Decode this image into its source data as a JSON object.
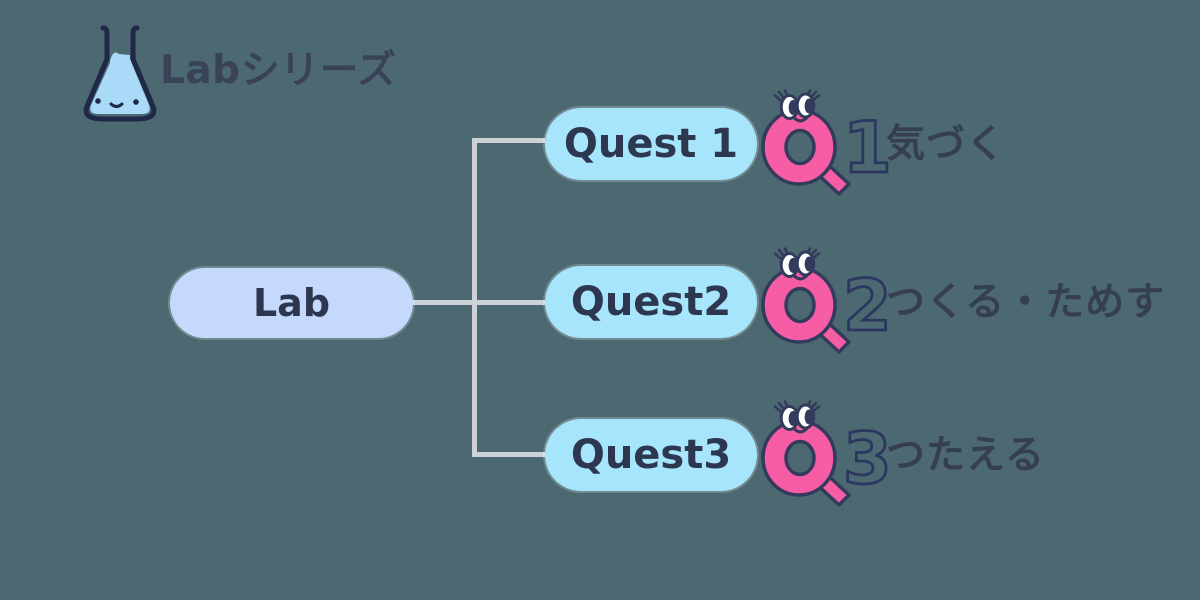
{
  "header": {
    "title": "Labシリーズ",
    "icon": "flask"
  },
  "root": {
    "label": "Lab"
  },
  "quests": [
    {
      "label": "Quest 1",
      "number": "1",
      "caption": "気づく"
    },
    {
      "label": "Quest2",
      "number": "2",
      "caption": "つくる・ためす"
    },
    {
      "label": "Quest3",
      "number": "3",
      "caption": "つたえる"
    }
  ],
  "colors": {
    "background": "#4C6971",
    "root_pill": "#C4D9FB",
    "quest_pill": "#A6E5FB",
    "connector": "#CDD2D8",
    "navy_text": "#2E3750",
    "caption_text": "#363E52",
    "mascot_pink": "#F75DA4",
    "outline_navy": "#333B5C",
    "number_outline": "#2C3760",
    "flask_liquid": "#A9DBF8"
  }
}
